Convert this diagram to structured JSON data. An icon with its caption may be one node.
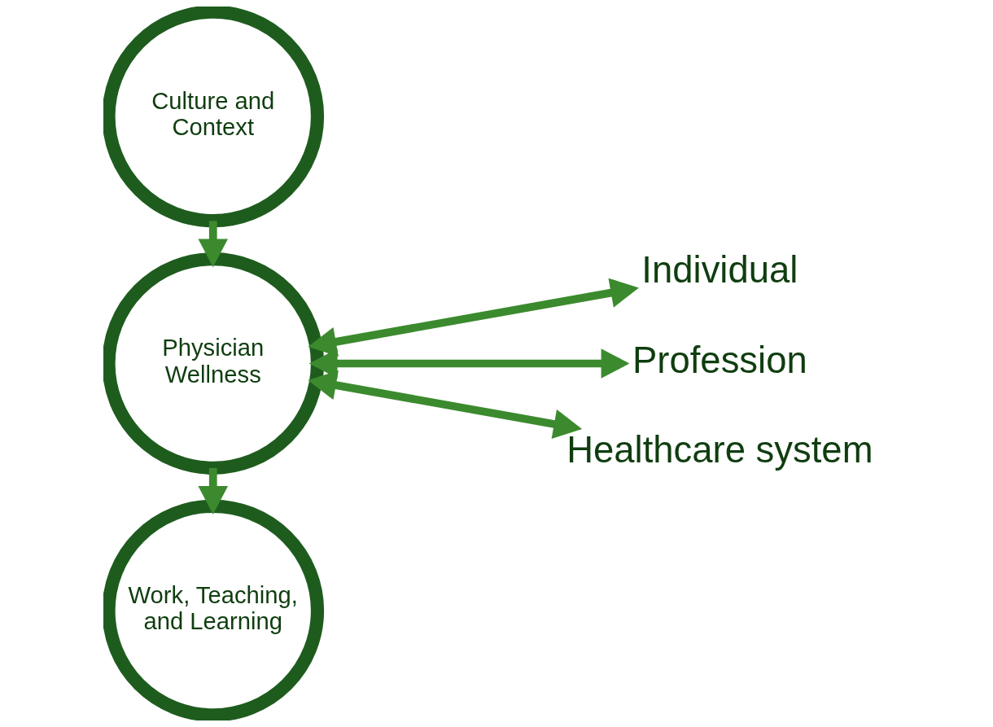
{
  "diagram": {
    "nodes": [
      {
        "text": [
          "Culture and Context"
        ]
      },
      {
        "text": [
          "Physician Wellness"
        ]
      },
      {
        "text": [
          "Work, Teaching, and Learning"
        ]
      },
      {
        "text": [
          "Individual"
        ]
      },
      {
        "text": [
          "Profession"
        ]
      },
      {
        "text": [
          "Healthcare system"
        ]
      }
    ],
    "edges": [
      {
        "from": 0,
        "to": 1,
        "arrow": "to"
      },
      {
        "from": 1,
        "to": 2,
        "arrow": "to"
      },
      {
        "from": 1,
        "to": 3,
        "arrow": "both"
      },
      {
        "from": 1,
        "to": 4,
        "arrow": "both"
      },
      {
        "from": 1,
        "to": 5,
        "arrow": "both"
      }
    ]
  }
}
